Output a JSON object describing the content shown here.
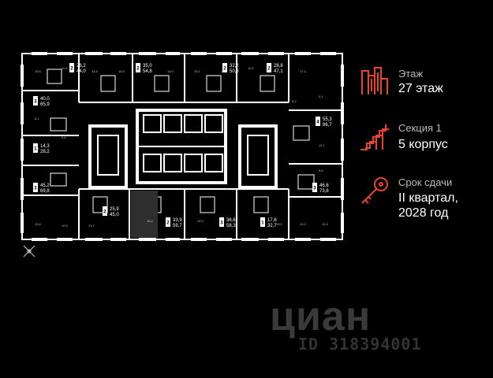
{
  "info": {
    "floor_label": "Этаж",
    "floor_value": "27 этаж",
    "section_label": "Секция 1",
    "section_value": "5 корпус",
    "delivery_label": "Срок сдачи",
    "delivery_value_line1": "II квартал,",
    "delivery_value_line2": "2028 год"
  },
  "icons": {
    "floor": "building-floor-icon",
    "section": "section-stairs-icon",
    "delivery": "key-icon",
    "compass": "compass-icon"
  },
  "colors": {
    "accent": "#e8452c",
    "background": "#000000",
    "walls": "#ffffff"
  },
  "apartments": [
    {
      "rooms": "2",
      "l1": "28,2",
      "l2": "44,0"
    },
    {
      "rooms": "2",
      "l1": "35,0",
      "l2": "54,8"
    },
    {
      "rooms": "2",
      "l1": "32,2",
      "l2": "50,6"
    },
    {
      "rooms": "2",
      "l1": "28,8",
      "l2": "47,1"
    },
    {
      "rooms": "3",
      "l1": "40,0",
      "l2": "65,9"
    },
    {
      "rooms": "1",
      "l1": "14,3",
      "l2": "28,2"
    },
    {
      "rooms": "3",
      "l1": "45,2",
      "l2": "69,8"
    },
    {
      "rooms": "2",
      "l1": "25,9",
      "l2": "45,0"
    },
    {
      "rooms": "2",
      "l1": "33,9",
      "l2": "59,7"
    },
    {
      "rooms": "3",
      "l1": "36,6",
      "l2": "58,3"
    },
    {
      "rooms": "1",
      "l1": "17,6",
      "l2": "32,7"
    },
    {
      "rooms": "3",
      "l1": "46,6",
      "l2": "73,6"
    },
    {
      "rooms": "4",
      "l1": "55,3",
      "l2": "86,7"
    }
  ],
  "watermark": {
    "logo": "циан",
    "id": "ID 318394001"
  }
}
